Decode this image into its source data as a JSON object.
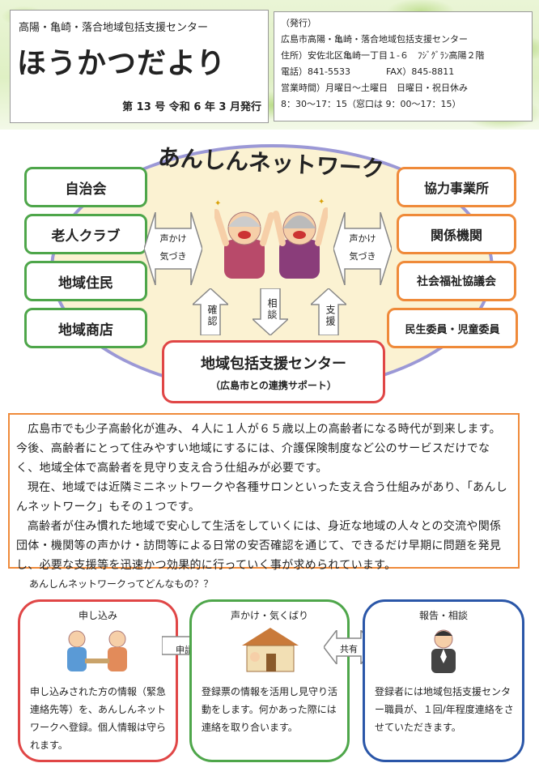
{
  "header": {
    "center_name": "高陽・亀崎・落合地域包括支援センター",
    "title": "ほうかつだより",
    "issue": "第 13 号  令和 6 年 3 月発行",
    "publisher": {
      "label": "（発行）",
      "org": "広島市高陽・亀崎・落合地域包括支援センター",
      "address": "住所）安佐北区亀崎一丁目１-６　ﾌｼﾞｸﾞﾗﾝ高陽２階",
      "phone": "電話）841-5533　　　　FAX）845-8811",
      "hours": "営業時間）月曜日～土曜日　日曜日・祝日休み",
      "times": "8：30～17：15（窓口は 9：00～17：15）"
    }
  },
  "network": {
    "title": "あんしんネットワーク",
    "left_boxes": [
      "自治会",
      "老人クラブ",
      "地域住民",
      "地域商店"
    ],
    "right_boxes": [
      "協力事業所",
      "関係機関",
      "社会福祉協議会",
      "民生委員・児童委員"
    ],
    "left_arrow": [
      "声かけ",
      "気づき"
    ],
    "right_arrow": [
      "声かけ",
      "気づき"
    ],
    "vertical_arrows": [
      "確認",
      "相談",
      "支援"
    ],
    "hub_name": "地域包括支援センター",
    "hub_sub": "（広島市との連携サポート）"
  },
  "body": {
    "p1": "広島市でも少子高齢化が進み、４人に１人が６５歳以上の高齢者になる時代が到来します。今後、高齢者にとって住みやすい地域にするには、介護保険制度など公のサービスだけでなく、地域全体で高齢者を見守り支え合う仕組みが必要です。",
    "p2": "現在、地域では近隣ミニネットワークや各種サロンといった支え合う仕組みがあり、「あんしんネットワーク」もその１つです。",
    "p3": "高齢者が住み慣れた地域で安心して生活をしていくには、身近な地域の人々との交流や関係団体・機関等の声かけ・訪問等による日常の安否確認を通じて、できるだけ早期に問題を発見し、必要な支援等を迅速かつ効果的に行っていく事が求められています。"
  },
  "question": "あんしんネットワークってどんなもの？？",
  "flow": {
    "step1": {
      "head": "申し込み",
      "desc": "申し込みされた方の情報（緊急連絡先等）を、あんしんネットワークへ登録。個人情報は守られます。"
    },
    "arrow1": "申請",
    "step2": {
      "head": "声かけ・気くばり",
      "desc": "登録票の情報を活用し見守り活動をします。何かあった際には連絡を取り合います。"
    },
    "arrow2": "共有",
    "step3": {
      "head": "報告・相談",
      "desc": "登録者には地域包括支援センター職員が、１回/年程度連絡をさせていただきます。"
    }
  },
  "colors": {
    "green": "#4ea64a",
    "orange": "#ef8a3a",
    "red": "#e04646",
    "blue": "#2a56a8",
    "ellipse": "#9b98d6"
  }
}
